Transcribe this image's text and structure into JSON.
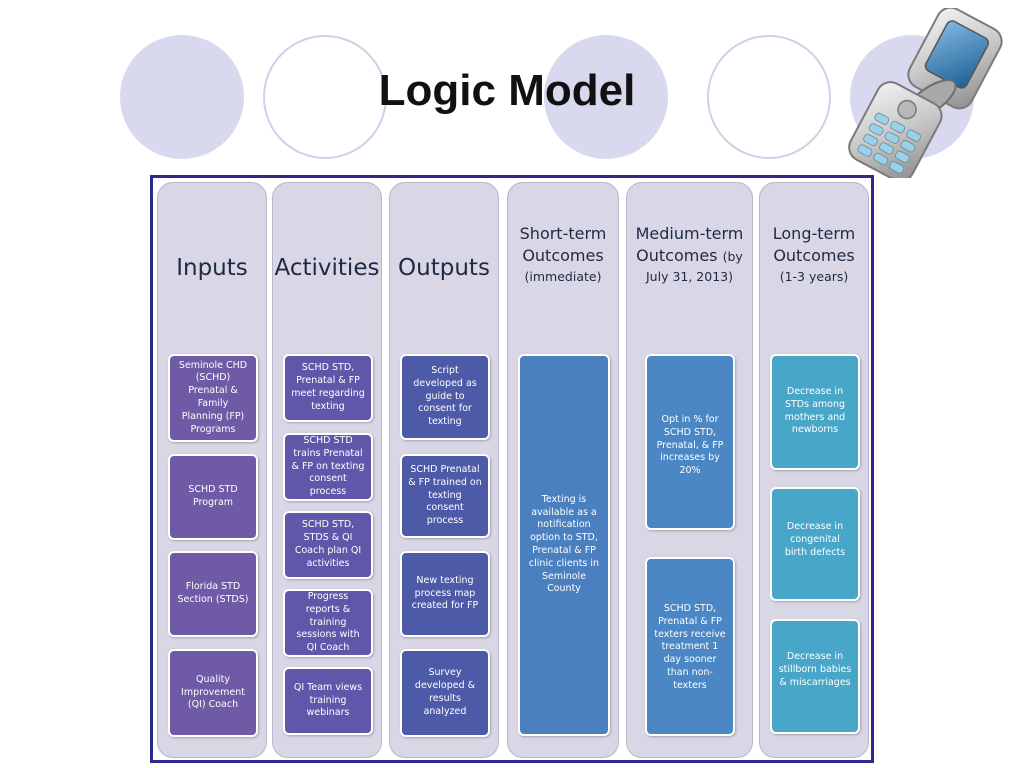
{
  "title": "Logic Model",
  "colors": {
    "inputs_box": "#6f5aa6",
    "activities_box": "#5a56a8",
    "outputs_box": "#4d5aa8",
    "short_term_box": "#4a7fc0",
    "medium_term_box": "#4a87c4",
    "long_term_box": "#48a6c8",
    "column_bg": "#d9d7e6",
    "frame": "#2d2a8a"
  },
  "columns": {
    "inputs": {
      "heading": "Inputs",
      "items": [
        "Seminole CHD (SCHD) Prenatal & Family Planning (FP) Programs",
        "SCHD STD Program",
        "Florida STD Section (STDS)",
        "Quality Improvement (QI) Coach"
      ]
    },
    "activities": {
      "heading": "Activities",
      "items": [
        "SCHD STD, Prenatal & FP meet regarding texting",
        "SCHD STD trains Prenatal & FP on texting consent process",
        "SCHD STD, STDS & QI Coach plan QI activities",
        "Progress reports & training sessions with QI Coach",
        "QI Team views training webinars"
      ]
    },
    "outputs": {
      "heading": "Outputs",
      "items": [
        "Script developed as guide to consent for texting",
        "SCHD Prenatal & FP trained on texting consent process",
        "New texting process map created for FP",
        "Survey developed & results analyzed"
      ]
    },
    "short_term": {
      "heading_line1": "Short-term",
      "heading_line2": "Outcomes",
      "heading_sub": "(immediate)",
      "items": [
        "Texting is available as a notification option to STD, Prenatal & FP clinic clients in Seminole County"
      ]
    },
    "medium_term": {
      "heading_line1": "Medium-term",
      "heading_line2": "Outcomes",
      "heading_line2_suffix": "(by",
      "heading_sub": "July 31, 2013)",
      "items": [
        "Opt in % for SCHD STD, Prenatal, & FP increases by 20%",
        "SCHD STD, Prenatal & FP texters receive treatment 1 day sooner than non-texters"
      ]
    },
    "long_term": {
      "heading_line1": "Long-term",
      "heading_line2": "Outcomes",
      "heading_sub": "(1-3 years)",
      "items": [
        "Decrease in STDs among mothers and newborns",
        "Decrease in congenital birth defects",
        "Decrease in stillborn babies & miscarriages"
      ]
    }
  },
  "icons": {
    "phone": "flip-phone-icon"
  }
}
